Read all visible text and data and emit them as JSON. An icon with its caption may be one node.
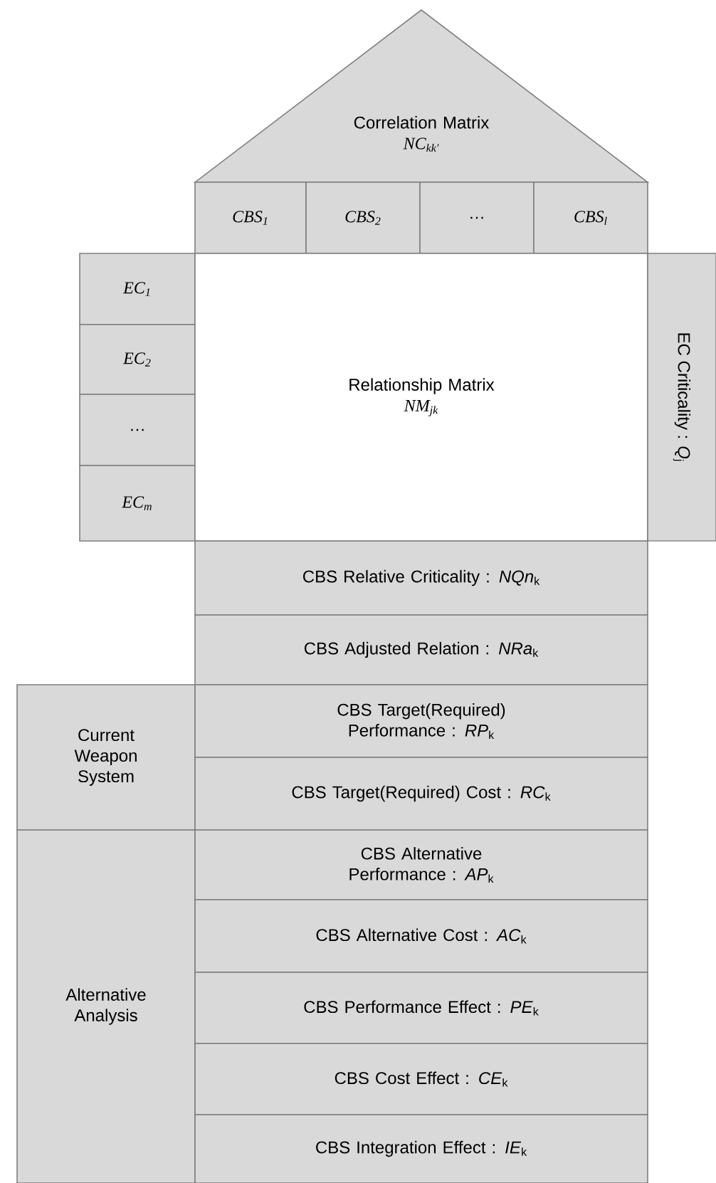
{
  "diagram": {
    "nodes": [
      {
        "text": [
          "Correlation Matrix",
          "NC$_{kk'}$"
        ]
      },
      {
        "text": [
          "CBS$_{1}$"
        ]
      },
      {
        "text": [
          "CBS$_{2}$"
        ]
      },
      {
        "text": [
          "…"
        ]
      },
      {
        "text": [
          "CBS$_{l}$"
        ]
      },
      {
        "text": [
          "EC$_{1}$"
        ]
      },
      {
        "text": [
          "EC$_{2}$"
        ]
      },
      {
        "text": [
          "…"
        ]
      },
      {
        "text": [
          "EC$_{m}$"
        ]
      },
      {
        "text": [
          "Relationship Matrix",
          "NM$_{jk}$"
        ]
      },
      {
        "text": [
          "EC Criticality : *Q*$_{j}$"
        ]
      },
      {
        "text": [
          "CBS Relative Criticality : *NQn*$_{k}$"
        ]
      },
      {
        "text": [
          "CBS Adjusted Relation : *NRa*$_{k}$"
        ]
      },
      {
        "text": [
          "Current Weapon System"
        ]
      },
      {
        "text": [
          "CBS Target(Required) Performance : *RP*$_{k}$"
        ]
      },
      {
        "text": [
          "CBS Target(Required) Cost : *RC*$_{k}$"
        ]
      },
      {
        "text": [
          "Alternative Analysis"
        ]
      },
      {
        "text": [
          "CBS Alternative Performance : *AP*$_{k}$"
        ]
      },
      {
        "text": [
          "CBS Alternative Cost : *AC*$_{k}$"
        ]
      },
      {
        "text": [
          "CBS Performance Effect : *PE*$_{k}$"
        ]
      },
      {
        "text": [
          "CBS Cost Effect : *CE*$_{k}$"
        ]
      },
      {
        "text": [
          "CBS Integration Effect : *IE*$_{k}$"
        ]
      }
    ]
  }
}
